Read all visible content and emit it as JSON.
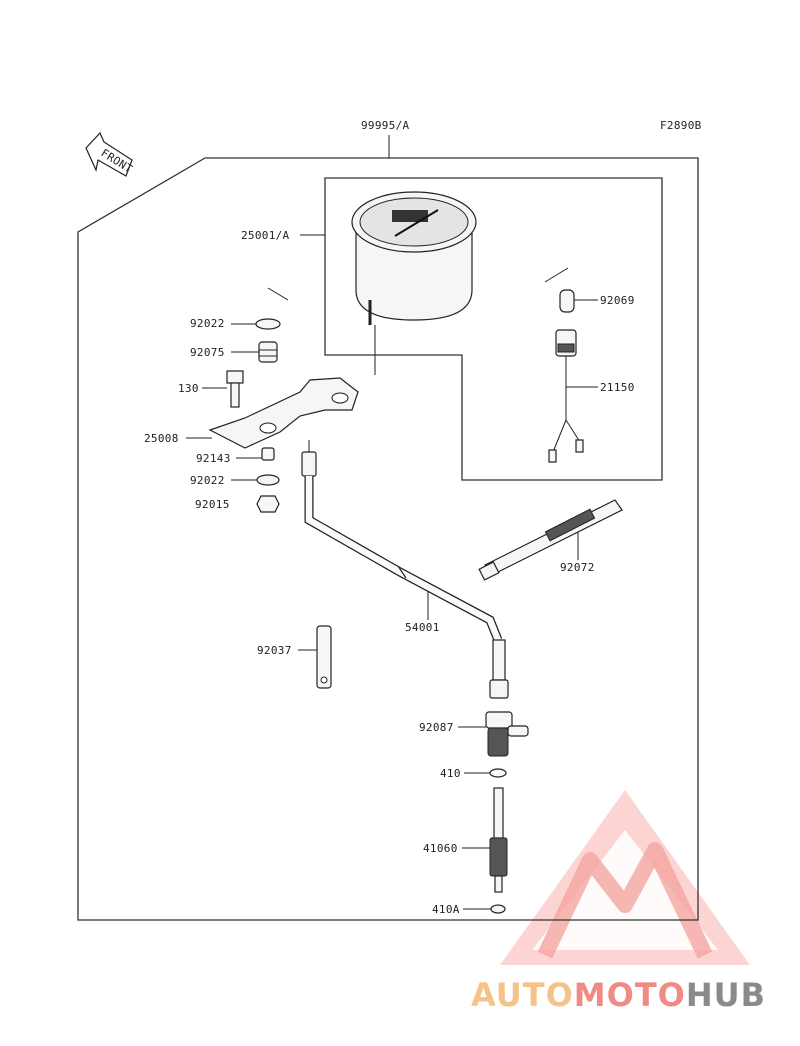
{
  "figure_code": "F2890B",
  "front_label": "FRONT",
  "labels": {
    "assembly": "99995/A",
    "meter": "25001/A",
    "p92069": "92069",
    "p21150": "21150",
    "p92022_top": "92022",
    "p92075": "92075",
    "p130": "130",
    "p25008": "25008",
    "p92143": "92143",
    "p92022_bottom": "92022",
    "p92015": "92015",
    "p92072": "92072",
    "p54001": "54001",
    "p92037": "92037",
    "p92087": "92087",
    "p410": "410",
    "p41060": "41060",
    "p410A": "410A"
  },
  "watermark": {
    "auto": "AUTO",
    "moto": "MOTO",
    "hub": "HUB",
    "color_auto": "#f5c38a",
    "color_moto": "#f08a84",
    "color_hub": "#8a8a8a",
    "color_logo": "#f5a3a0"
  }
}
